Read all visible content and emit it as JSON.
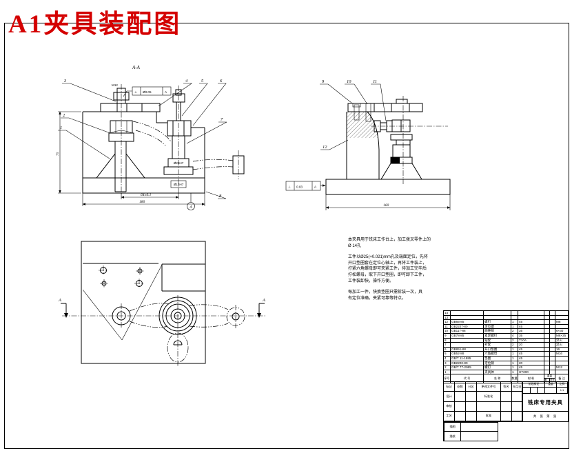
{
  "sheet": {
    "title": "A1夹具装配图"
  },
  "views": {
    "front": {
      "label": "A-A",
      "stud_dim": "M12",
      "gdt": {
        "sym": "⊥",
        "val": "Ø0.05",
        "datum": "A"
      },
      "bore_upper": "Ø25H7",
      "bore_lower": "Ø16H7",
      "dim_holes": "64±0.1",
      "dim_width": "180",
      "dim_height": "75",
      "datum": "A",
      "callouts": {
        "c1": "1",
        "c2": "2",
        "c3": "3",
        "c4": "4",
        "c5": "5",
        "c6": "6",
        "c7": "7",
        "c8": "8"
      }
    },
    "side": {
      "gdt": {
        "sym": "⊥",
        "val": "0.03",
        "datum": "A"
      },
      "dim_width": "160",
      "callouts": {
        "c9": "9",
        "c10": "10",
        "c11": "11",
        "c12": "12"
      }
    },
    "plan": {
      "section": "A"
    }
  },
  "notes": {
    "lines": [
      "本夹具用于铣床工作台上，加工拨叉零件上的",
      "Ø 14孔",
      "工件以Ø25(+0.021)mm孔及端面定位，先将",
      "开口垫圈套在定位心轴上，再将工件装上，",
      "拧紧六角螺母即可夹紧工件，待加工完毕后",
      "拧松螺母，取下开口垫圈，即可卸下工件，",
      "工件装卸快，操作方便。",
      "每加工一件，快换垫圈只需拆装一次，具",
      "有定位准确，夹紧可靠等特点。"
    ]
  },
  "bom": {
    "headers": {
      "n": "序号",
      "c": "代 号",
      "nm": "名 称",
      "q": "数量",
      "m": "材 料",
      "w": "重量",
      "u": "单件",
      "t": "总计",
      "r": "备 注"
    },
    "rows": [
      {
        "n": "14",
        "c": "",
        "nm": "",
        "q": "",
        "m": "",
        "r": ""
      },
      {
        "n": "13",
        "c": "",
        "nm": "",
        "q": "",
        "m": "",
        "r": ""
      },
      {
        "n": "12",
        "c": "GB65-85",
        "nm": "螺钉",
        "q": "1",
        "m": "45",
        "r": "M8"
      },
      {
        "n": "11",
        "c": "GB2227-80",
        "nm": "定位键",
        "q": "1",
        "m": "45",
        "r": ""
      },
      {
        "n": "10",
        "c": "GB117-86",
        "nm": "圆锥销",
        "q": "2",
        "m": "35",
        "r": "6×30"
      },
      {
        "n": "9",
        "c": "GB78-85",
        "nm": "紧定螺钉",
        "q": "4",
        "m": "35",
        "r": "M8×25"
      },
      {
        "n": "8",
        "c": "",
        "nm": "钻套",
        "q": "2",
        "m": "T10A",
        "r": "淬火"
      },
      {
        "n": "7",
        "c": "",
        "nm": "衬套",
        "q": "2",
        "m": "20",
        "r": "淬火"
      },
      {
        "n": "6",
        "c": "GB851-88",
        "nm": "开口垫圈",
        "q": "1",
        "m": "45",
        "r": "16"
      },
      {
        "n": "5",
        "c": "GB52-88",
        "nm": "六角螺母",
        "q": "1",
        "m": "45",
        "r": "M16"
      },
      {
        "n": "4",
        "c": "GB/T 11-1985",
        "nm": "垫圈",
        "q": "1",
        "m": "45",
        "r": ""
      },
      {
        "n": "3",
        "c": "GB2203-80",
        "nm": "定位销",
        "q": "1",
        "m": "20",
        "r": ""
      },
      {
        "n": "2",
        "c": "GB/T 77-2985",
        "nm": "螺钉",
        "q": "1",
        "m": "45",
        "r": "M12"
      },
      {
        "n": "1",
        "c": "",
        "nm": "夹具体",
        "q": "1",
        "m": "HT200",
        "r": ""
      }
    ]
  },
  "titleblock": {
    "name": "铣床专用夹具",
    "mark": "标记",
    "count": "处数",
    "zone": "分区",
    "docno": "更改文件号",
    "sign": "签名",
    "date": "年月日",
    "design": "设计",
    "standardize": "标准化",
    "stage": "阶段标记",
    "weight": "重量",
    "scale_label": "比例",
    "check": "审核",
    "process": "工艺",
    "approve": "批准",
    "scale": "1:1",
    "sheets": "共 张 第 张",
    "trace": "描图",
    "proof": "描校"
  }
}
